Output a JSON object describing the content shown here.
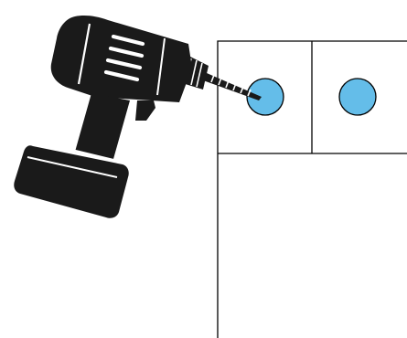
{
  "illustration": {
    "tool": "drill-icon",
    "panel": "cabinet-panel",
    "holes": [
      {
        "name": "hole-left",
        "state": "drilling"
      },
      {
        "name": "hole-right",
        "state": "drilled"
      }
    ]
  },
  "colors": {
    "background": "#ffffff",
    "outline": "#000000",
    "drill_body": "#1a1a1a",
    "drill_detail": "#ffffff",
    "hole_fill": "#64bde9"
  }
}
